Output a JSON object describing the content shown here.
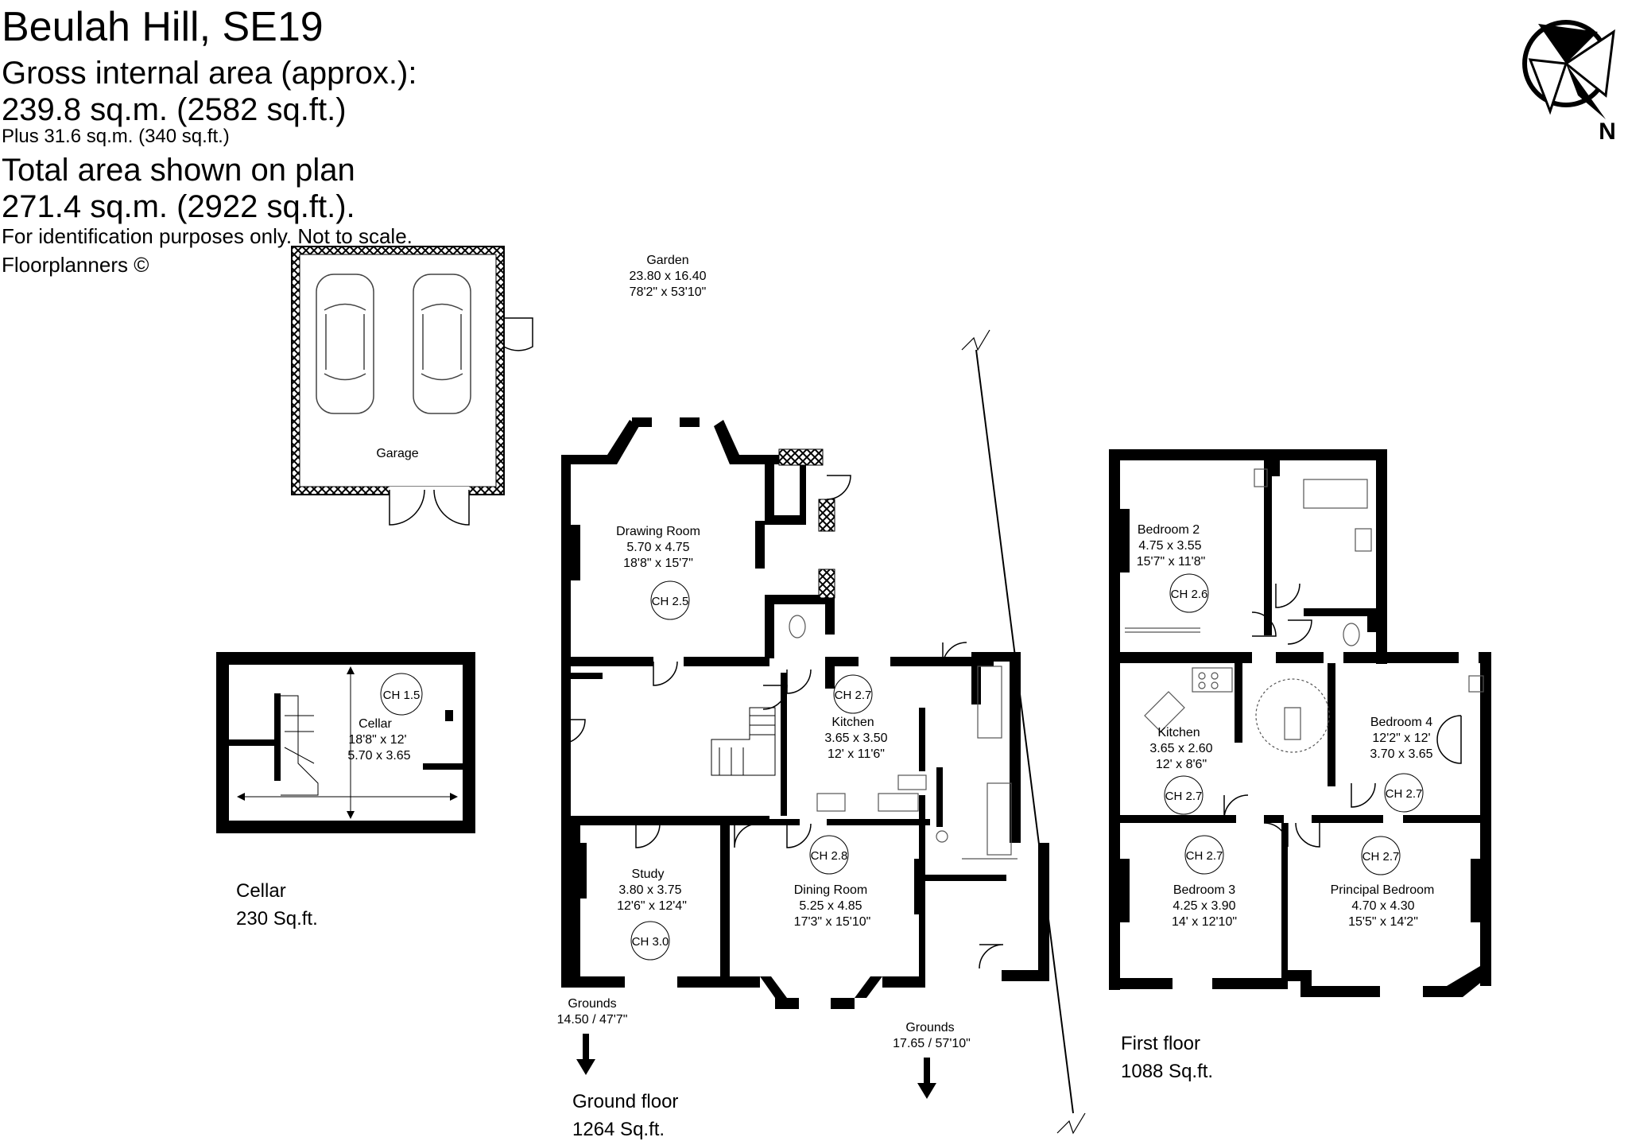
{
  "header": {
    "title": "Beulah Hill, SE19",
    "gia_label": "Gross internal area (approx.):",
    "gia_value": "239.8 sq.m. (2582 sq.ft.)",
    "plus": "Plus 31.6 sq.m. (340 sq.ft.)",
    "total_label": "Total area shown on plan",
    "total_value": "271.4 sq.m. (2922 sq.ft.).",
    "disclaimer": "For identification purposes only. Not to scale.",
    "credit": "Floorplanners ©"
  },
  "compass": {
    "label": "N"
  },
  "garden": {
    "name": "Garden",
    "metric": "23.80 x 16.40",
    "imperial": "78'2\" x 53'10\""
  },
  "garage": {
    "name": "Garage"
  },
  "cellar": {
    "name": "Cellar",
    "imperial": "18'8\" x 12'",
    "metric": "5.70 x 3.65",
    "ch": "CH 1.5",
    "floor_label": "Cellar",
    "floor_area": "230 Sq.ft."
  },
  "ground_floor": {
    "label": "Ground floor",
    "area": "1264 Sq.ft.",
    "drawing_room": {
      "name": "Drawing Room",
      "metric": "5.70 x 4.75",
      "imperial": "18'8\" x 15'7\"",
      "ch": "CH 2.5"
    },
    "kitchen": {
      "name": "Kitchen",
      "metric": "3.65 x 3.50",
      "imperial": "12' x 11'6\"",
      "ch": "CH 2.7"
    },
    "study": {
      "name": "Study",
      "metric": "3.80 x 3.75",
      "imperial": "12'6\" x 12'4\"",
      "ch": "CH 3.0"
    },
    "dining_room": {
      "name": "Dining Room",
      "metric": "5.25 x 4.85",
      "imperial": "17'3\" x 15'10\"",
      "ch": "CH 2.8"
    },
    "grounds_left": {
      "name": "Grounds",
      "value": "14.50 / 47'7\""
    },
    "grounds_right": {
      "name": "Grounds",
      "value": "17.65 / 57'10\""
    }
  },
  "first_floor": {
    "label": "First floor",
    "area": "1088 Sq.ft.",
    "bedroom2": {
      "name": "Bedroom 2",
      "metric": "4.75 x 3.55",
      "imperial": "15'7\" x 11'8\"",
      "ch": "CH 2.6"
    },
    "kitchen": {
      "name": "Kitchen",
      "metric": "3.65 x 2.60",
      "imperial": "12' x 8'6\"",
      "ch": "CH 2.7"
    },
    "bedroom4": {
      "name": "Bedroom 4",
      "imperial": "12'2\" x 12'",
      "metric": "3.70 x 3.65",
      "ch": "CH 2.7"
    },
    "bedroom3": {
      "name": "Bedroom 3",
      "metric": "4.25 x 3.90",
      "imperial": "14' x 12'10\"",
      "ch": "CH 2.7"
    },
    "principal": {
      "name": "Principal Bedroom",
      "metric": "4.70 x 4.30",
      "imperial": "15'5\" x 14'2\"",
      "ch": "CH 2.7"
    }
  },
  "colors": {
    "wall": "#000000",
    "background": "#ffffff",
    "fixture": "#555555"
  }
}
